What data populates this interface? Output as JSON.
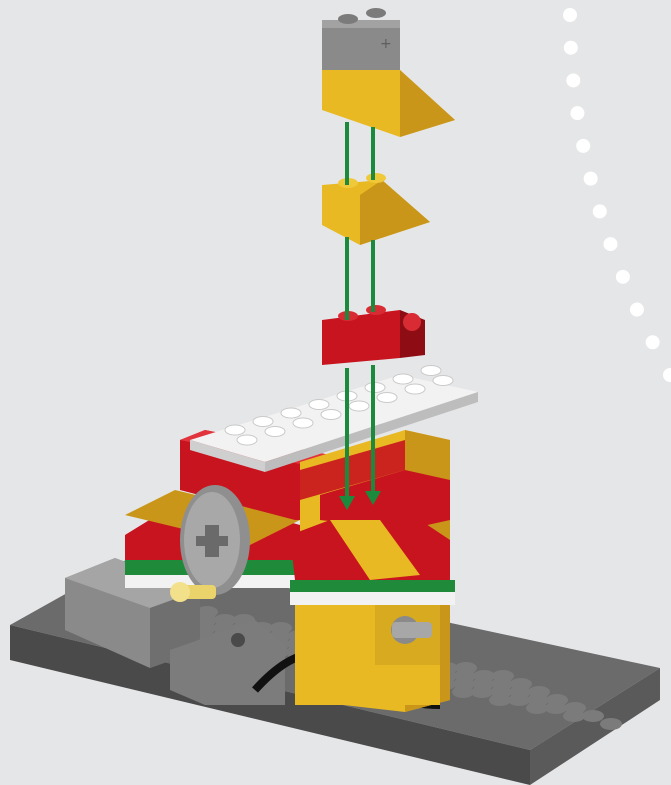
{
  "scene": {
    "subject": "lego-build-step",
    "colors": {
      "background": "#e5e6e8",
      "baseplate": "#6b6b6b",
      "baseplate_dark": "#4a4a4a",
      "stud": "#7b7b7b",
      "yellow": "#e8b923",
      "yellow_dark": "#c9961a",
      "red": "#c8141e",
      "red_dark": "#8e0d14",
      "white": "#f2f2f2",
      "green": "#1f8a3a",
      "gray": "#8a8a8a",
      "tan": "#e9d36a",
      "arrow": "#1b8a3c",
      "dots": "#ffffff"
    }
  },
  "parts": [
    {
      "name": "gray-axle-brick",
      "color": "gray"
    },
    {
      "name": "yellow-slope-large",
      "color": "yellow"
    },
    {
      "name": "yellow-slope-small",
      "color": "yellow"
    },
    {
      "name": "red-brick-with-clip",
      "color": "red"
    }
  ],
  "assembly_arrows": {
    "count": 2,
    "color": "arrow"
  }
}
